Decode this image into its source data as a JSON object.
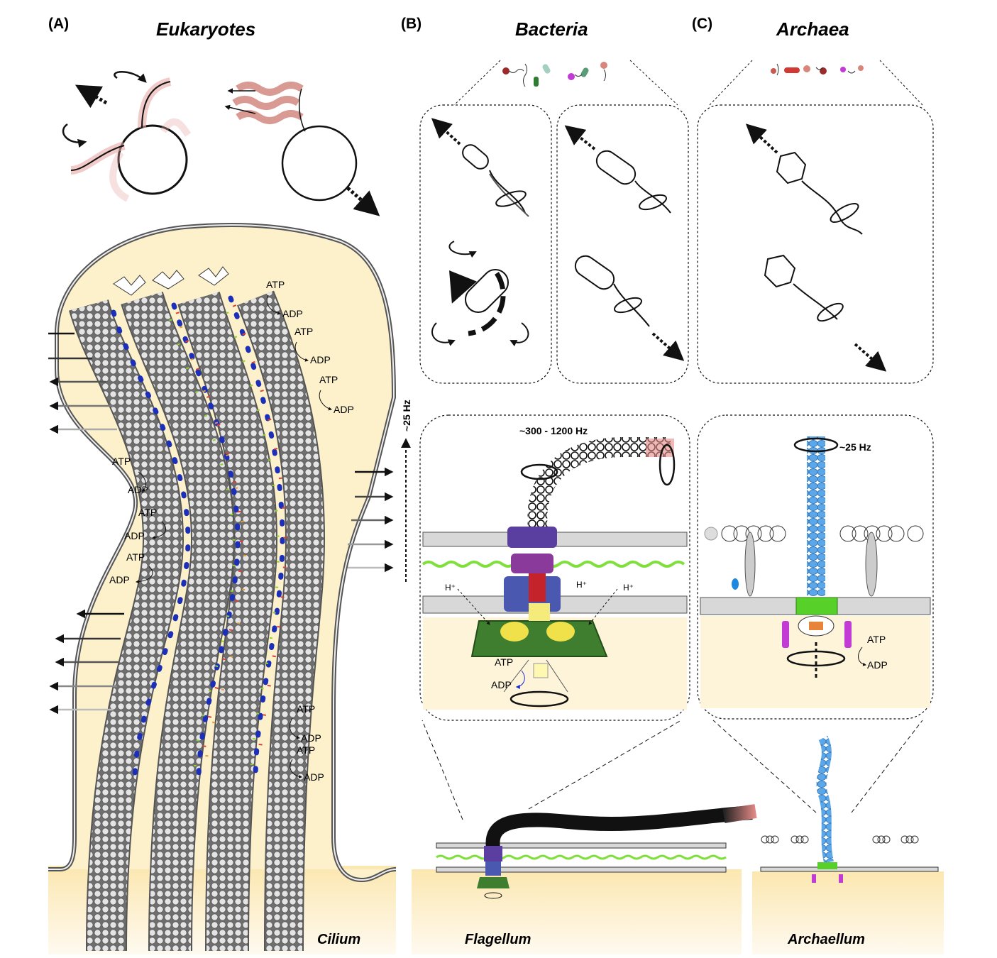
{
  "panels": {
    "a": {
      "letter": "(A)",
      "title": "Eukaryotes",
      "bottom_label": "Cilium"
    },
    "b": {
      "letter": "(B)",
      "title": "Bacteria",
      "bottom_label": "Flagellum"
    },
    "c": {
      "letter": "(C)",
      "title": "Archaea",
      "bottom_label": "Archaellum"
    }
  },
  "cilium_energy": {
    "atp": "ATP",
    "adp": "ADP"
  },
  "cilium_freq": "~25 Hz",
  "flagellum_freq": "~300 - 1200 Hz",
  "archaellum_freq": "~25 Hz",
  "ions": {
    "h_plus": "H⁺"
  },
  "motor_energy": {
    "atp": "ATP",
    "adp": "ADP"
  },
  "colors": {
    "cytoplasm": "#fdf1cc",
    "membrane": "#c8c8c8",
    "archaellum_filament": "#4a9be0",
    "motor_green": "#2f6b25",
    "peptidoglycan": "#7fe03a",
    "dynein": "#1c2fb8"
  }
}
